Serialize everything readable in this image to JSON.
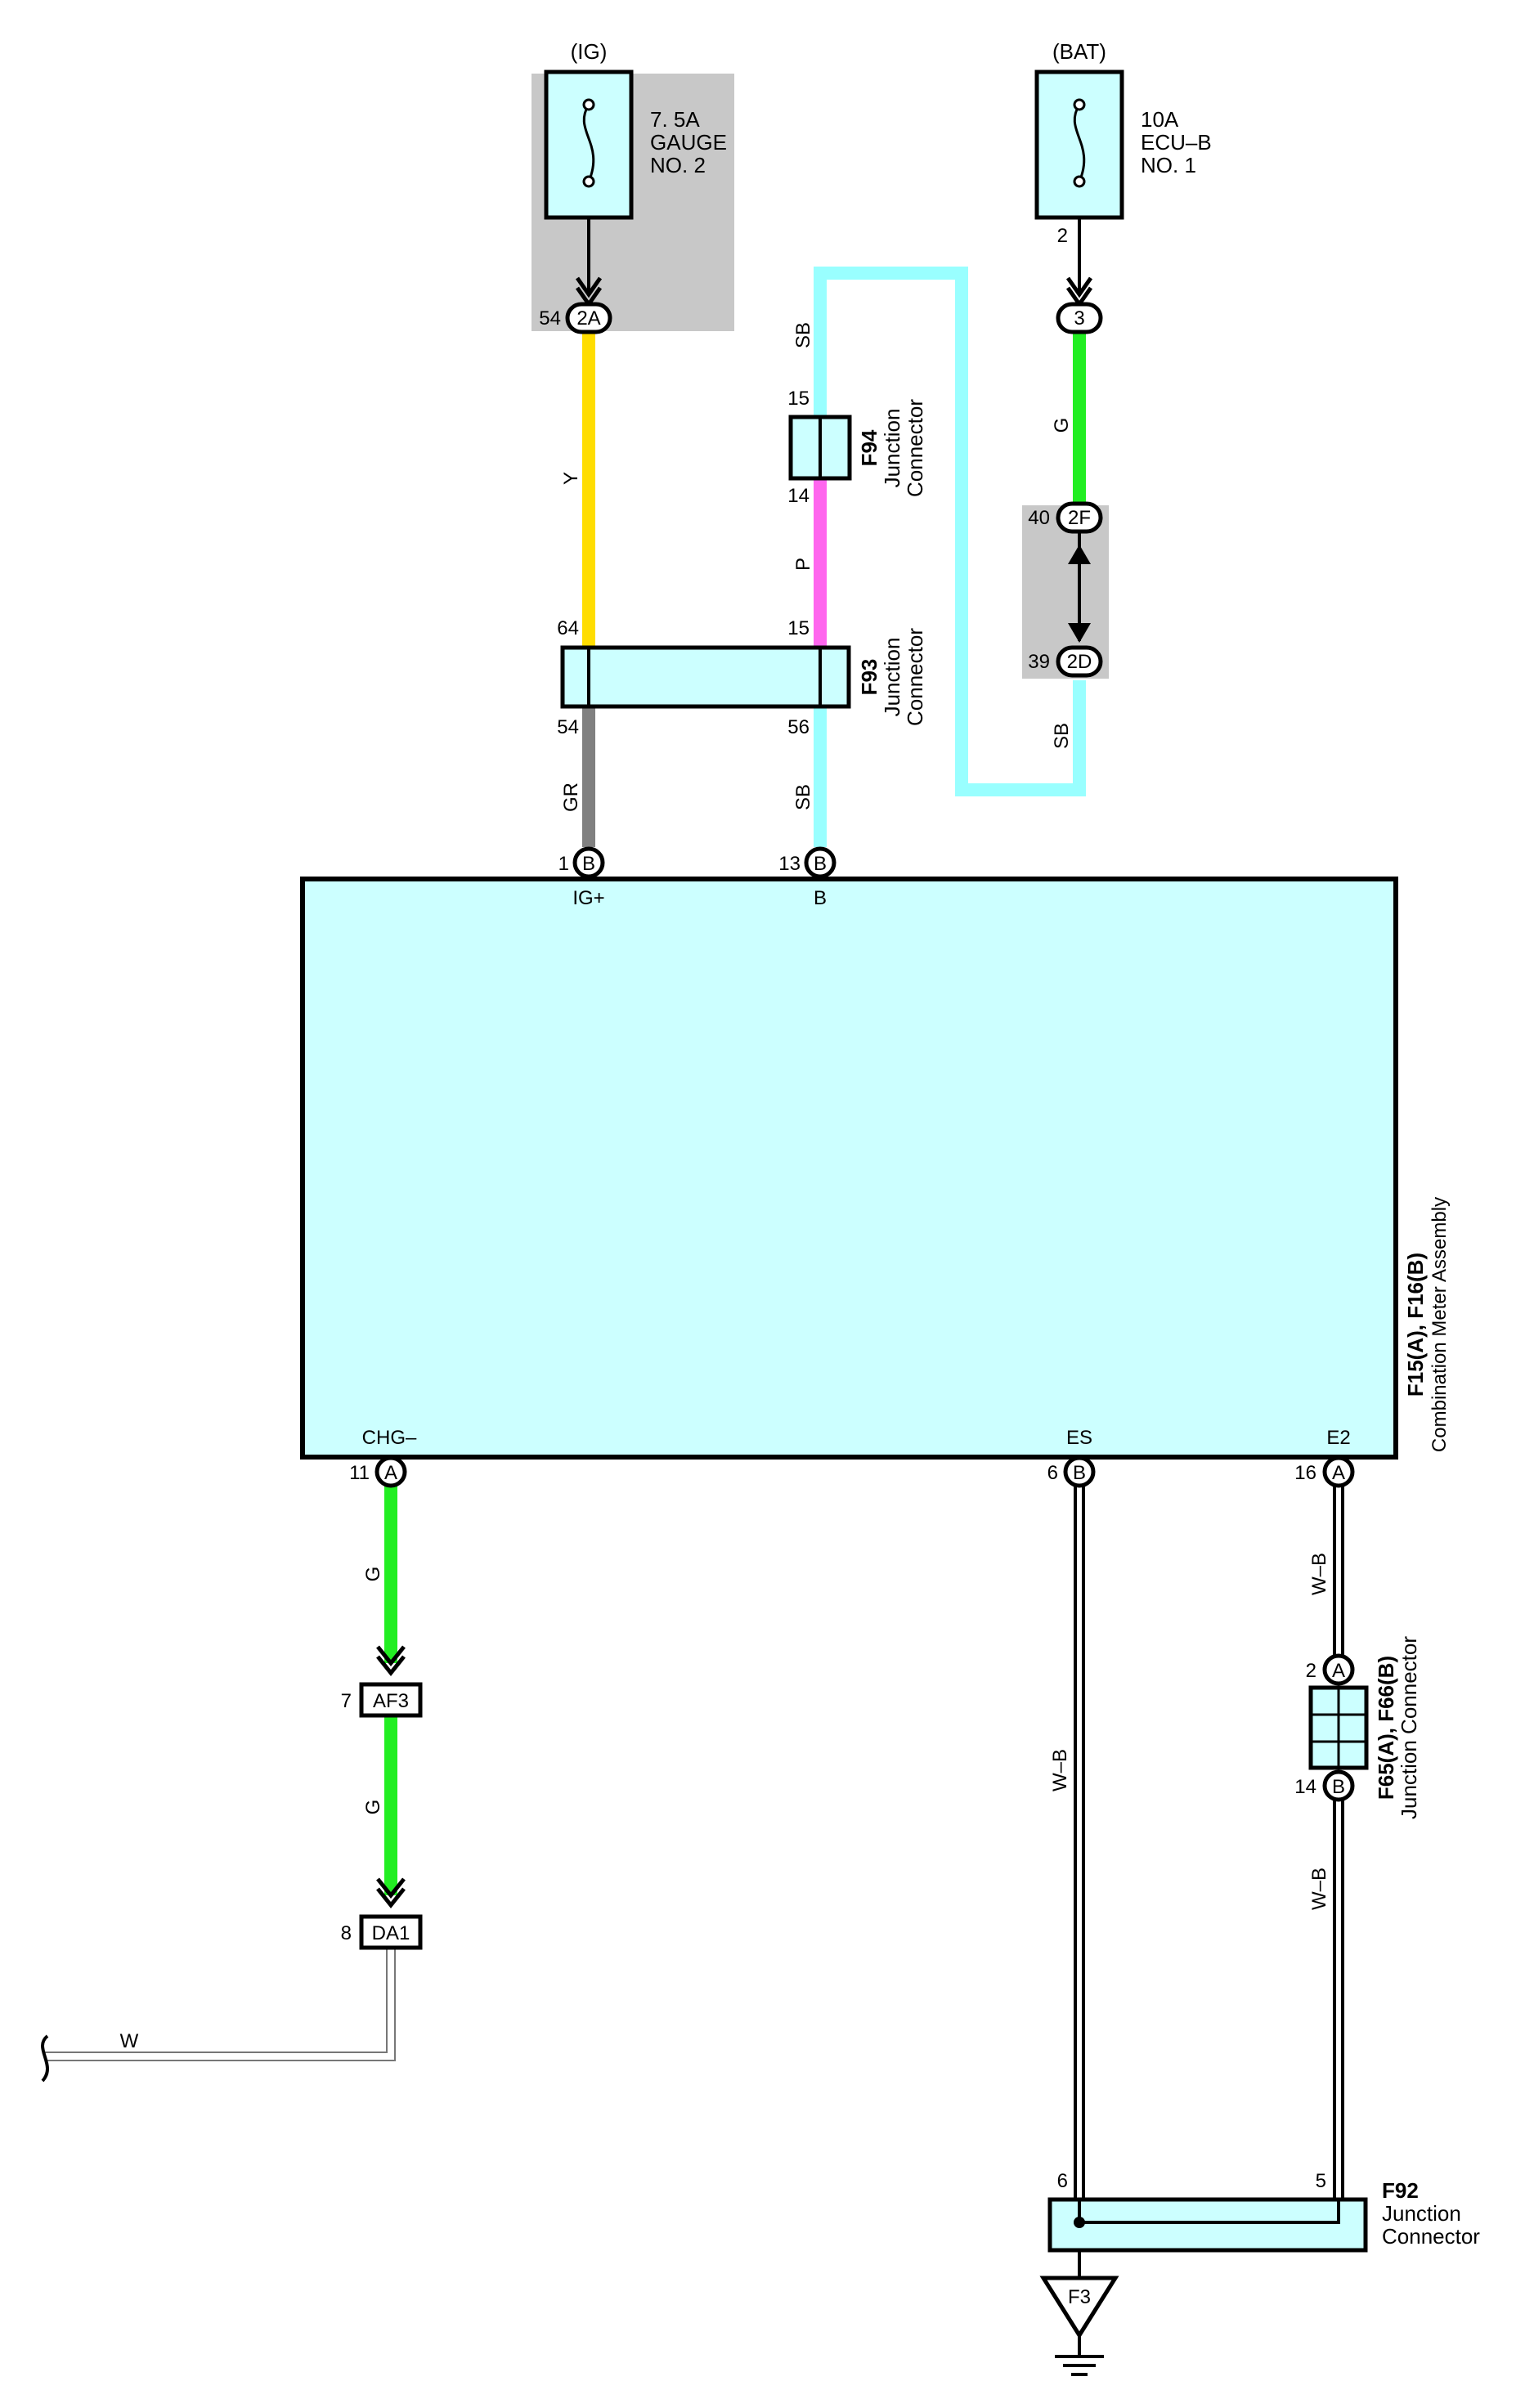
{
  "fuses": {
    "ig": {
      "source": "(IG)",
      "rating": "7. 5A",
      "name_line1": "GAUGE",
      "name_line2": "NO. 2",
      "pin_out": "54",
      "connector": "2A"
    },
    "bat": {
      "source": "(BAT)",
      "rating": "10A",
      "name_line1": "ECU–B",
      "name_line2": "NO. 1",
      "pin_out": "2",
      "connector": "3"
    }
  },
  "wires": {
    "y": "Y",
    "gr": "GR",
    "sb1": "SB",
    "p": "P",
    "sb2": "SB",
    "g1": "G",
    "sb3": "SB",
    "g2": "G",
    "g3": "G",
    "w": "W",
    "wb1": "W–B",
    "wb2": "W–B",
    "wb3": "W–B"
  },
  "colors": {
    "Y": "#ffdd00",
    "GR": "#808080",
    "SB": "#99ffff",
    "P": "#ff66ee",
    "G": "#22ee22",
    "W": "#ffffff",
    "WB": "#000000",
    "box_fill": "#ccffff",
    "shade": "#c8c8c8"
  },
  "f94": {
    "id": "F94",
    "line1": "Junction",
    "line2": "Connector",
    "pin_top": "15",
    "pin_bottom": "14"
  },
  "f93": {
    "id": "F93",
    "line1": "Junction",
    "line2": "Connector",
    "pin_tl": "64",
    "pin_bl": "54",
    "pin_tr": "15",
    "pin_br": "56"
  },
  "splice": {
    "conn_top": "2F",
    "pin_top": "40",
    "conn_bottom": "2D",
    "pin_bottom": "39"
  },
  "meter": {
    "id": "F15(A), F16(B)",
    "name": "Combination Meter Assembly",
    "pins": {
      "ig": {
        "num": "1",
        "conn": "B",
        "label": "IG+"
      },
      "b": {
        "num": "13",
        "conn": "B",
        "label": "B"
      },
      "chg": {
        "num": "11",
        "conn": "A",
        "label": "CHG–"
      },
      "es": {
        "num": "6",
        "conn": "B",
        "label": "ES"
      },
      "e2": {
        "num": "16",
        "conn": "A",
        "label": "E2"
      }
    }
  },
  "inline": {
    "af3": {
      "id": "AF3",
      "pin": "7"
    },
    "da1": {
      "id": "DA1",
      "pin": "8"
    }
  },
  "f65": {
    "id": "F65(A), F66(B)",
    "name": "Junction Connector",
    "pin_top": "2",
    "conn_top": "A",
    "pin_bottom": "14",
    "conn_bottom": "B"
  },
  "f92": {
    "id": "F92",
    "line1": "Junction",
    "line2": "Connector",
    "pin_left": "6",
    "pin_right": "5"
  },
  "ground": {
    "id": "F3"
  }
}
